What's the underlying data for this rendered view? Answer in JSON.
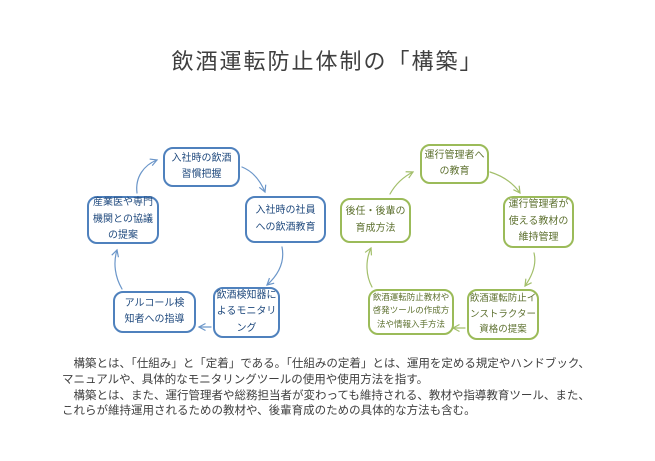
{
  "title": "飲酒運転防止体制の「構築」",
  "colors": {
    "left_cycle_border": "#4f81bd",
    "left_cycle_text": "#1f497d",
    "left_cycle_arrow": "#6b96c9",
    "right_cycle_border": "#9bbb59",
    "right_cycle_text": "#5e7130",
    "right_cycle_arrow": "#a3bf6b",
    "body_text": "#3f3f3f"
  },
  "diagram": {
    "left_cycle": {
      "nodes": [
        {
          "id": "intake-habit",
          "label": "入社時の飲酒\n習慣把握"
        },
        {
          "id": "new-employee-education",
          "label": "入社時の社員\nへの飲酒教育"
        },
        {
          "id": "breathalyzer-monitoring",
          "label": "飲酒検知器に\nよるモニタリ\nング"
        },
        {
          "id": "alcohol-detected-guidance",
          "label": "アルコール検\n知者への指導"
        },
        {
          "id": "specialist-consultation",
          "label": "産業医や専門\n機関との協議\nの提案"
        }
      ],
      "edges": [
        {
          "from": "intake-habit",
          "to": "new-employee-education"
        },
        {
          "from": "new-employee-education",
          "to": "breathalyzer-monitoring"
        },
        {
          "from": "breathalyzer-monitoring",
          "to": "alcohol-detected-guidance"
        },
        {
          "from": "alcohol-detected-guidance",
          "to": "specialist-consultation"
        },
        {
          "from": "specialist-consultation",
          "to": "intake-habit"
        }
      ]
    },
    "right_cycle": {
      "nodes": [
        {
          "id": "manager-education",
          "label": "運行管理者へ\nの教育"
        },
        {
          "id": "materials-maintenance",
          "label": "運行管理者が\n使える教材の\n維持管理"
        },
        {
          "id": "instructor-qualification",
          "label": "飲酒運転防止イ\nンストラクター\n資格の提案"
        },
        {
          "id": "materials-creation",
          "label": "飲酒運転防止教材や\n啓発ツールの作成方\n法や情報入手方法"
        },
        {
          "id": "successor-development",
          "label": "後任・後輩の\n育成方法"
        }
      ],
      "edges": [
        {
          "from": "manager-education",
          "to": "materials-maintenance"
        },
        {
          "from": "materials-maintenance",
          "to": "instructor-qualification"
        },
        {
          "from": "instructor-qualification",
          "to": "materials-creation"
        },
        {
          "from": "materials-creation",
          "to": "successor-development"
        },
        {
          "from": "successor-development",
          "to": "manager-education"
        }
      ]
    }
  },
  "description": {
    "lines": [
      "　構築とは、「仕組み」と「定着」である。「仕組みの定着」とは、運用を定める規定やハンドブック、",
      "マニュアルや、具体的なモニタリングツールの使用や使用方法を指す。",
      "　構築とは、また、運行管理者や総務担当者が変わっても維持される、教材や指導教育ツール、また、",
      "これらが維持運用されるための教材や、後輩育成のための具体的な方法も含む。"
    ]
  }
}
